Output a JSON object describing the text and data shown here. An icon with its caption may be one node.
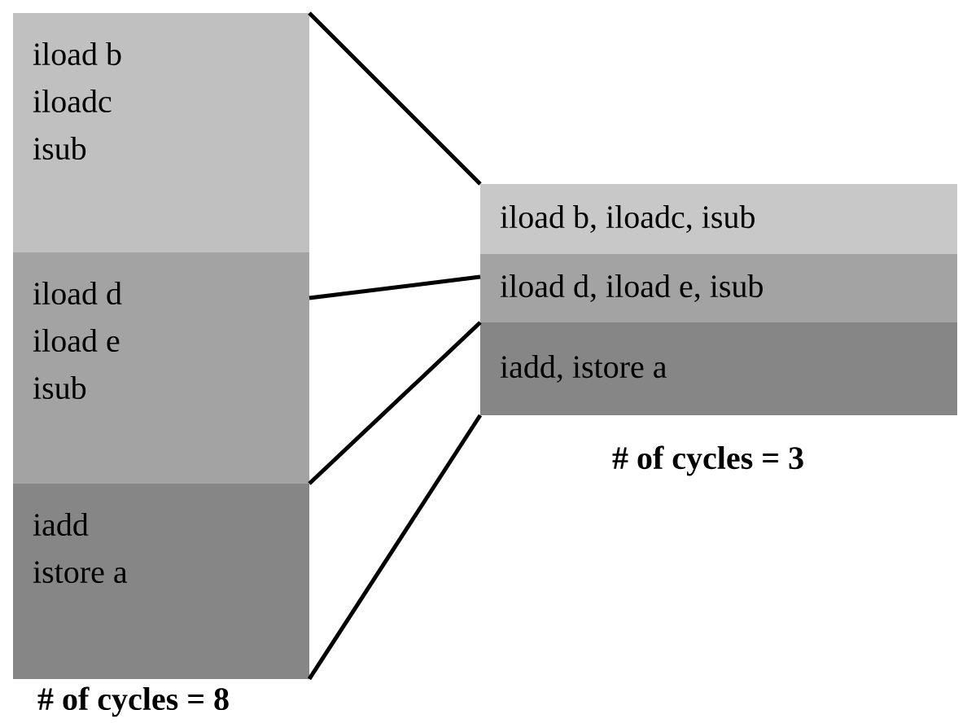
{
  "diagram": {
    "nodes": [
      {
        "text": [
          "iload b",
          "iloadc",
          "isub"
        ]
      },
      {
        "text": [
          "iload d",
          "iload e",
          "isub"
        ]
      },
      {
        "text": [
          "iadd",
          "istore a"
        ]
      },
      {
        "text": [
          "iload b, iloadc, isub"
        ]
      },
      {
        "text": [
          "iload d, iload e, isub"
        ]
      },
      {
        "text": [
          "iadd, istore a"
        ]
      }
    ],
    "edges": [
      {
        "from": 0,
        "to": 3,
        "arrow": "none"
      },
      {
        "from": 1,
        "to": 4,
        "arrow": "none"
      },
      {
        "from": 2,
        "to": 5,
        "arrow": "none"
      },
      {
        "from": 2,
        "to": 5,
        "arrow": "none"
      }
    ],
    "labels": [
      "# of cycles = 8",
      "# of cycles = 3"
    ]
  }
}
